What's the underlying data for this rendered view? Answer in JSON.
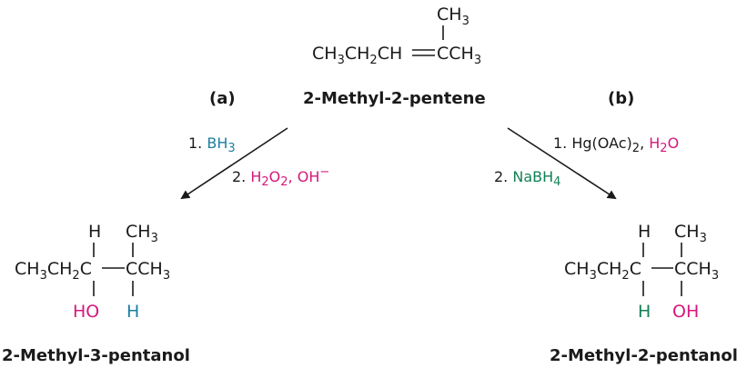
{
  "start": {
    "ch3_top": "CH3",
    "formula": "CH3CH2CH═CCH3",
    "name": "2-Methyl-2-pentene"
  },
  "route_a": {
    "label": "(a)",
    "step1_num": "1.",
    "step1_reagent": "BH3",
    "step2_num": "2.",
    "step2_reagent": "H2O2, OH−",
    "product": {
      "top_h": "H",
      "top_ch3": "CH3",
      "left": "CH3CH2C",
      "right": "CCH3",
      "bottom_left": "HO",
      "bottom_right": "H",
      "name": "2-Methyl-3-pentanol"
    }
  },
  "route_b": {
    "label": "(b)",
    "step1_num": "1.",
    "step1_reagent_a": "Hg(OAc)2,",
    "step1_reagent_b": "H2O",
    "step2_num": "2.",
    "step2_reagent": "NaBH4",
    "product": {
      "top_h": "H",
      "top_ch3": "CH3",
      "left": "CH3CH2C",
      "right": "CCH3",
      "bottom_left": "H",
      "bottom_right": "OH",
      "name": "2-Methyl-2-pentanol"
    }
  },
  "colors": {
    "magenta": "#d6177c",
    "blue": "#1d7ea0",
    "green": "#138055",
    "text": "#1a1a1a"
  }
}
